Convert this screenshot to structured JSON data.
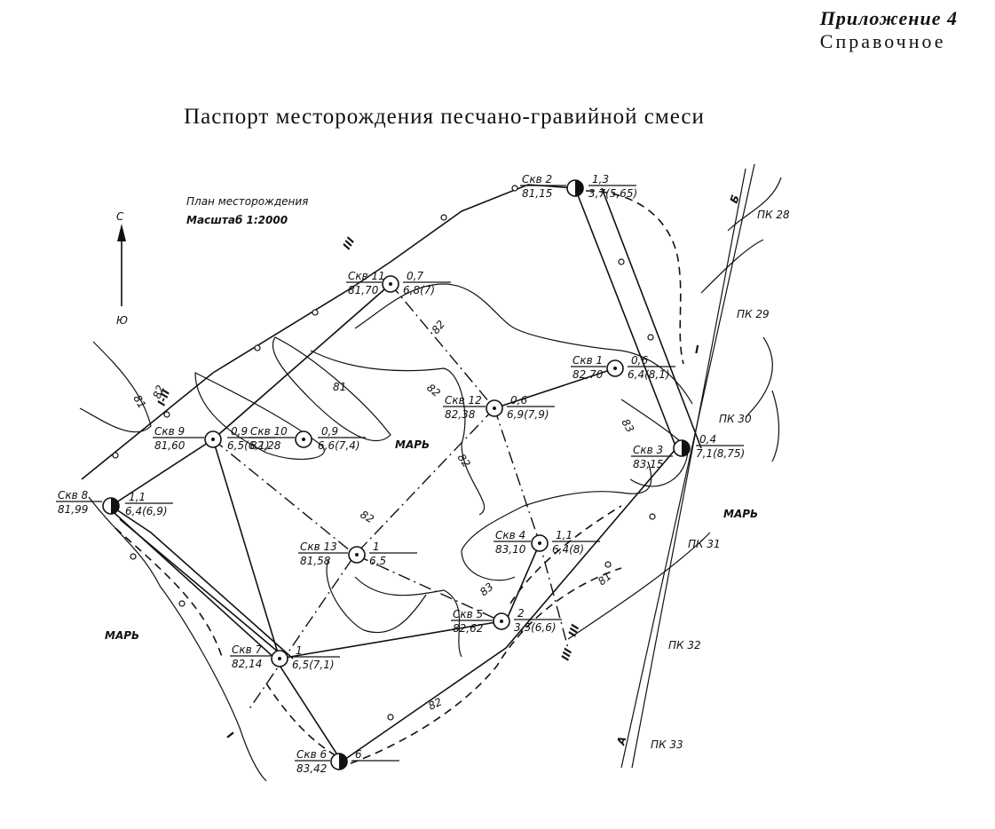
{
  "appendix": {
    "title": "Приложение 4",
    "subtitle": "Справочное"
  },
  "document": {
    "title": "Паспорт месторождения песчано-гравийной смеси"
  },
  "plan": {
    "title": "План месторождения",
    "scale": "Масштаб 1:2000"
  },
  "compass": {
    "north": "С",
    "south": "Ю"
  },
  "wells": [
    {
      "id": "Скв 2",
      "elev": "81,15",
      "top": "1,3",
      "bottom": "3,7(5,65)",
      "style": "half"
    },
    {
      "id": "Скв 11",
      "elev": "81,70",
      "top": "0,7",
      "bottom": "6,8(7)",
      "style": "dot"
    },
    {
      "id": "Скв 1",
      "elev": "82,70",
      "top": "0,6",
      "bottom": "6,4(8,1)",
      "style": "dot"
    },
    {
      "id": "Скв 12",
      "elev": "82,38",
      "top": "0,6",
      "bottom": "6,9(7,9)",
      "style": "dot"
    },
    {
      "id": "Скв 9",
      "elev": "81,60",
      "top": "0,9",
      "bottom": "6,5(6,1)",
      "style": "dot"
    },
    {
      "id": "Скв 10",
      "elev": "82,28",
      "top": "0,9",
      "bottom": "6,6(7,4)",
      "style": "dot"
    },
    {
      "id": "Скв 3",
      "elev": "83,15",
      "top": "0,4",
      "bottom": "7,1(8,75)",
      "style": "half"
    },
    {
      "id": "Скв 8",
      "elev": "81,99",
      "top": "1,1",
      "bottom": "6,4(6,9)",
      "style": "half"
    },
    {
      "id": "Скв 13",
      "elev": "81,58",
      "top": "1",
      "bottom": "6,5",
      "style": "dot"
    },
    {
      "id": "Скв 4",
      "elev": "83,10",
      "top": "1,1",
      "bottom": "6,4(8)",
      "style": "dot"
    },
    {
      "id": "Скв 5",
      "elev": "82,62",
      "top": "2",
      "bottom": "3,5(6,6)",
      "style": "dot"
    },
    {
      "id": "Скв 7",
      "elev": "82,14",
      "top": "1",
      "bottom": "6,5(7,1)",
      "style": "dot"
    },
    {
      "id": "Скв 6",
      "elev": "83,42",
      "top": "6",
      "bottom": "",
      "style": "half"
    }
  ],
  "contours": [
    "81",
    "81",
    "82",
    "82",
    "82",
    "82",
    "83",
    "83",
    "81",
    "82",
    "82"
  ],
  "marsh_label": "МАРЬ",
  "pickets": [
    "ПК 28",
    "ПК 29",
    "ПК 30",
    "ПК 31",
    "ПК 32",
    "ПК 33"
  ],
  "section_marks": [
    "III",
    "I",
    "III",
    "III",
    "I",
    "I-II",
    "Б",
    "А"
  ]
}
